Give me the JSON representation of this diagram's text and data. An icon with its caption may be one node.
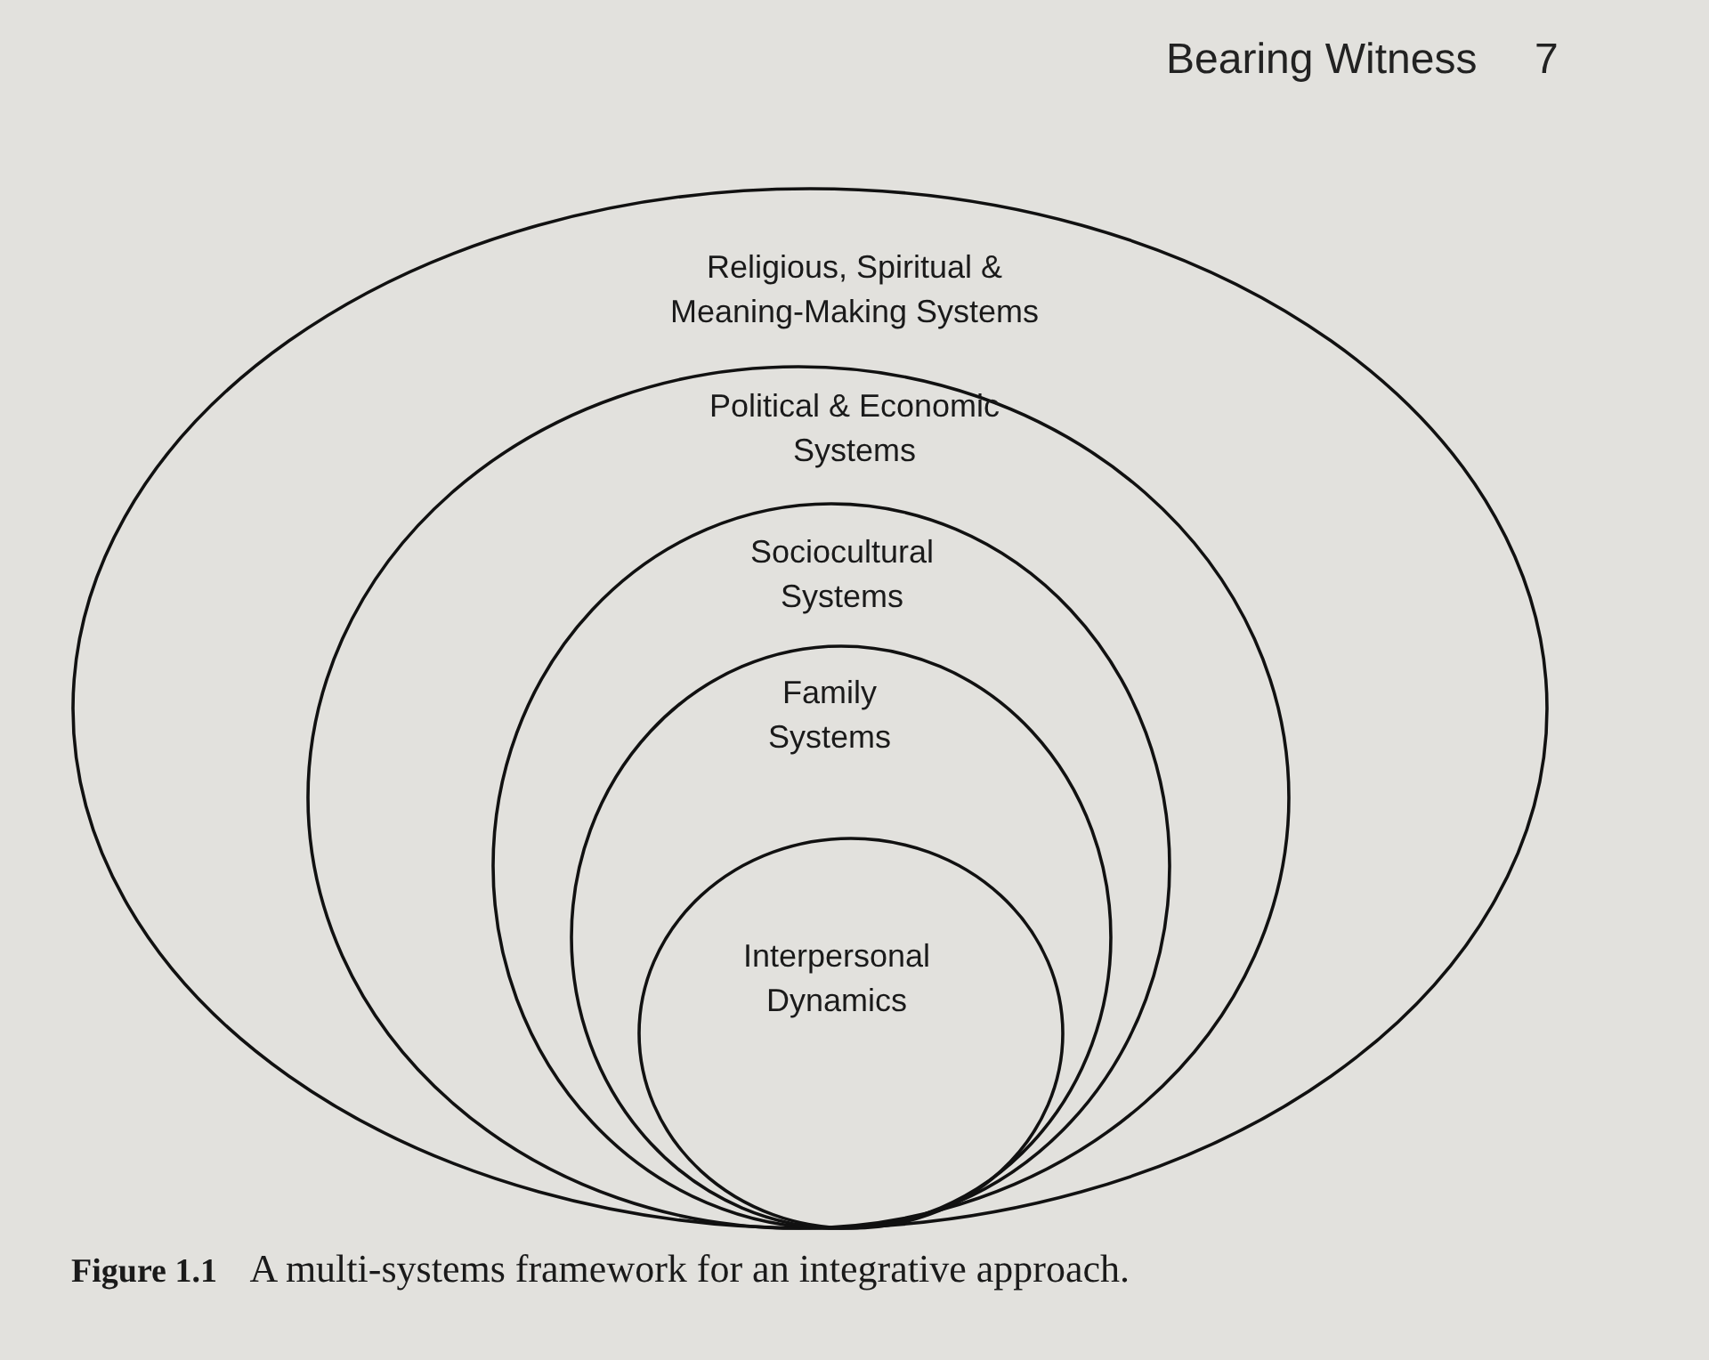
{
  "diagram": {
    "caption": "**Figure 1.1** A multi-systems framework for an integrative approach.",
    "nodes": [
      {
        "text": [
          "Religious, Spiritual & Meaning-Making Systems"
        ]
      },
      {
        "text": [
          "Political & Economic Systems"
        ],
        "in": 0
      },
      {
        "text": [
          "Sociocultural Systems"
        ],
        "in": 1
      },
      {
        "text": [
          "Family Systems"
        ],
        "in": 2
      },
      {
        "text": [
          "Interpersonal Dynamics"
        ],
        "in": 3
      }
    ],
    "labels": [
      "Bearing Witness",
      "7"
    ]
  }
}
